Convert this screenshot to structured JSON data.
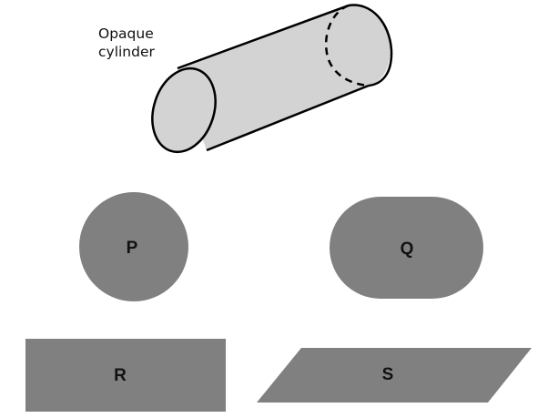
{
  "cylinder": {
    "label_lines": [
      "Opaque",
      "cylinder"
    ],
    "fill_color": "#d3d3d3",
    "stroke_color": "#000000"
  },
  "shapes": {
    "fill_color": "#808080",
    "items": [
      {
        "id": "P",
        "kind": "circle",
        "label": "P"
      },
      {
        "id": "Q",
        "kind": "stadium",
        "label": "Q"
      },
      {
        "id": "R",
        "kind": "rectangle",
        "label": "R"
      },
      {
        "id": "S",
        "kind": "parallelogram",
        "label": "S"
      }
    ]
  }
}
